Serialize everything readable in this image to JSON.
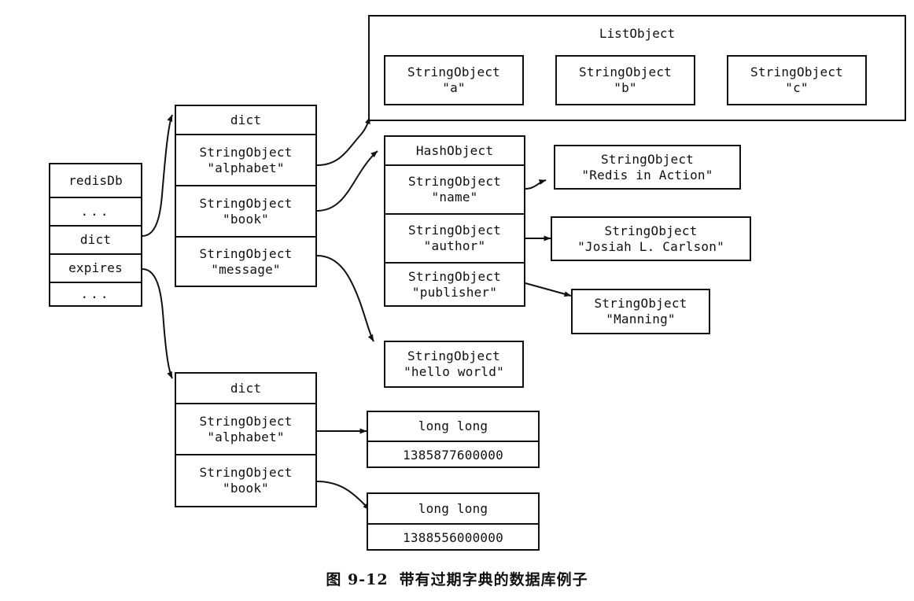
{
  "figure": {
    "caption_number": "图 9-12",
    "caption_text": "带有过期字典的数据库例子",
    "ink_color": "#111111",
    "background_color": "#ffffff"
  },
  "redis_db": {
    "name": "redisDb",
    "rows": [
      {
        "label": "redisDb"
      },
      {
        "label": "..."
      },
      {
        "label": "dict"
      },
      {
        "label": "expires"
      },
      {
        "label": "..."
      }
    ]
  },
  "key_space_dict": {
    "header": "dict",
    "entries": [
      {
        "type": "StringObject",
        "value": "\"alphabet\""
      },
      {
        "type": "StringObject",
        "value": "\"book\""
      },
      {
        "type": "StringObject",
        "value": "\"message\""
      }
    ]
  },
  "list_object": {
    "title": "ListObject",
    "nodes": [
      {
        "type": "StringObject",
        "value": "\"a\""
      },
      {
        "type": "StringObject",
        "value": "\"b\""
      },
      {
        "type": "StringObject",
        "value": "\"c\""
      }
    ]
  },
  "hash_object": {
    "header": "HashObject",
    "fields": [
      {
        "type": "StringObject",
        "value": "\"name\""
      },
      {
        "type": "StringObject",
        "value": "\"author\""
      },
      {
        "type": "StringObject",
        "value": "\"publisher\""
      }
    ]
  },
  "hash_values": [
    {
      "type": "StringObject",
      "value": "\"Redis in Action\""
    },
    {
      "type": "StringObject",
      "value": "\"Josiah L. Carlson\""
    },
    {
      "type": "StringObject",
      "value": "\"Manning\""
    }
  ],
  "message_value": {
    "type": "StringObject",
    "value": "\"hello world\""
  },
  "expires_dict": {
    "header": "dict",
    "entries": [
      {
        "type": "StringObject",
        "value": "\"alphabet\""
      },
      {
        "type": "StringObject",
        "value": "\"book\""
      }
    ]
  },
  "expire_values": [
    {
      "type": "long long",
      "value": "1385877600000"
    },
    {
      "type": "long long",
      "value": "1388556000000"
    }
  ]
}
